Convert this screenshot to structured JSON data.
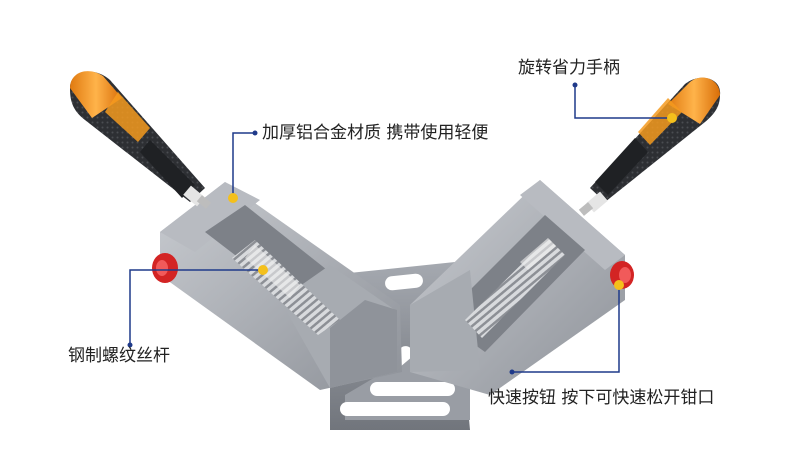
{
  "product_image": {
    "subject": "双手柄直角夹",
    "accent_color": "#f4a51c",
    "leader_color": "#1f3a8a"
  },
  "callouts": [
    {
      "id": "handle",
      "text": "旋转省力手柄"
    },
    {
      "id": "material",
      "text": "加厚铝合金材质  携带使用轻便"
    },
    {
      "id": "screw",
      "text": "钢制螺纹丝杆"
    },
    {
      "id": "button",
      "text": "快速按钮  按下可快速松开钳口"
    }
  ]
}
